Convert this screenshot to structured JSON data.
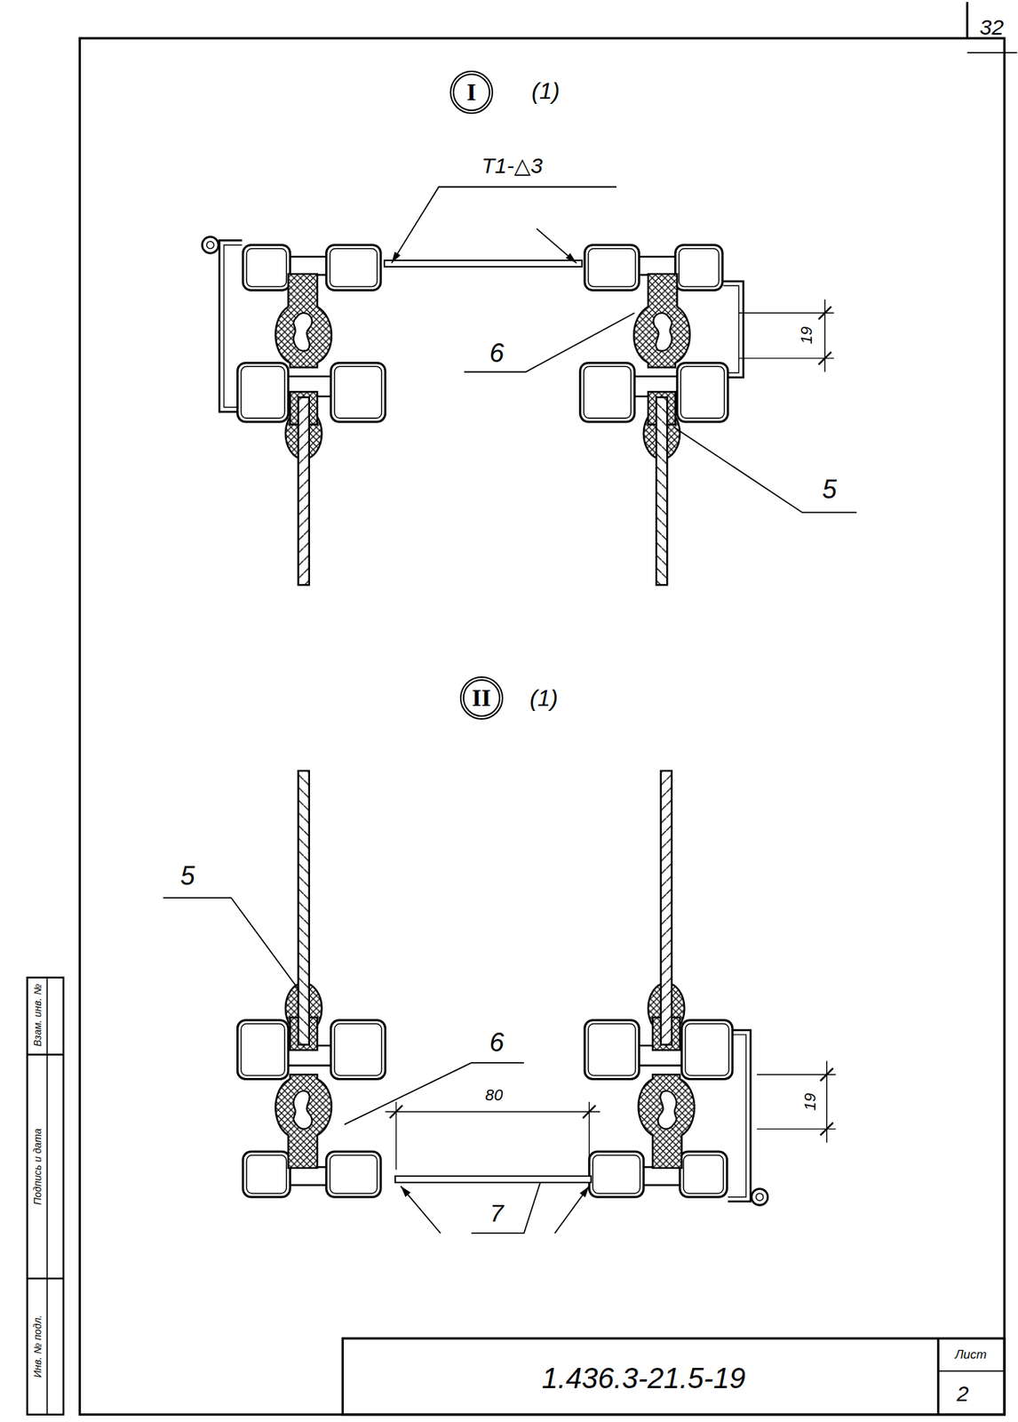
{
  "diagram": {
    "nodes": [
      {
        "text": [
          "I"
        ]
      },
      {
        "text": [
          "II"
        ]
      }
    ],
    "labels": [
      "32",
      "(1)",
      "Т1-△3",
      "6",
      "19",
      "5",
      "(1)",
      "5",
      "6",
      "80",
      "19",
      "7",
      "1.436.3-21.5-19",
      "Лист",
      "2",
      "Инв. № подл.",
      "Подпись и дата",
      "Взам. инв. №"
    ]
  }
}
